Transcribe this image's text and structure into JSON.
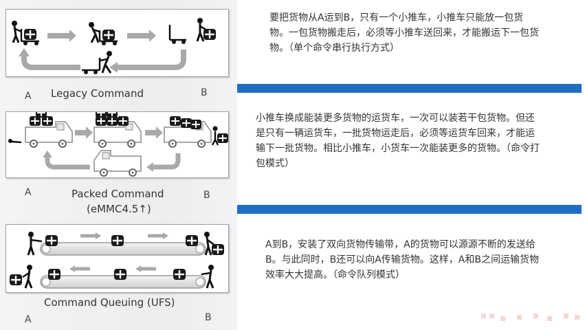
{
  "sections": [
    {
      "caption": "Legacy Command",
      "label_a": "A",
      "label_b": "B",
      "description": "要把货物从A运到B，只有一个小推车，小推车只能放一包货物。一包货物搬走后，必须等小推车送回来，才能搬运下一包货物。（单个命令串行执行方式）"
    },
    {
      "caption": "Packed Command",
      "caption_sub": "(eMMC4.5↑)",
      "label_a": "A",
      "label_b": "B",
      "description": "小推车换成能装更多货物的运货车，一次可以装若干包货物。但还是只有一辆运货车，一批货物运走后，必须等运货车回来，才能运输下一批货物。相比小推车，小货车一次能装更多的货物。（命令打包模式）"
    },
    {
      "caption": "Command Queuing (UFS)",
      "label_a": "A",
      "label_b": "B",
      "description": "A到B，安装了双向货物传输带，A的货物可以源源不断的发送给B。与此同时，B还可以向A传输货物。这样，A和B之间运输货物效率大大提高。（命令队列模式）"
    }
  ],
  "colors": {
    "divider_blue": "#1e6fc4",
    "arrow_gray": "#a9a9a9"
  }
}
